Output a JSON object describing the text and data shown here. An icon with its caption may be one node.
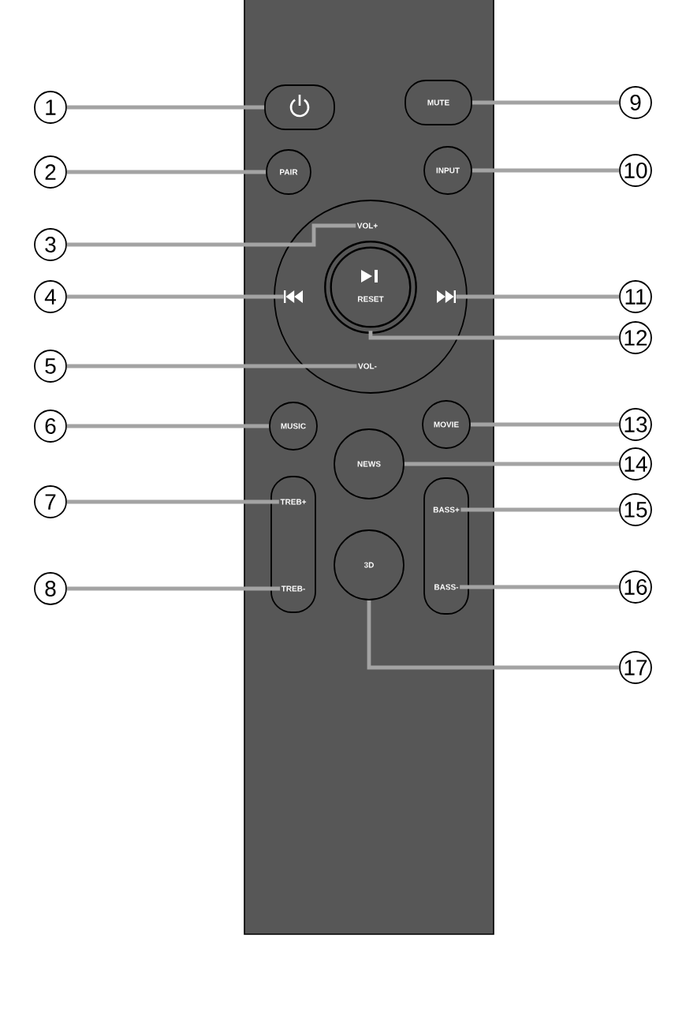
{
  "diagram": {
    "nodes": [
      {
        "text": [
          "1"
        ]
      },
      {
        "text": [
          "2"
        ]
      },
      {
        "text": [
          "3"
        ]
      },
      {
        "text": [
          "4"
        ]
      },
      {
        "text": [
          "5"
        ]
      },
      {
        "text": [
          "6"
        ]
      },
      {
        "text": [
          "7"
        ]
      },
      {
        "text": [
          "8"
        ]
      },
      {
        "text": [
          "9"
        ]
      },
      {
        "text": [
          "10"
        ]
      },
      {
        "text": [
          "11"
        ]
      },
      {
        "text": [
          "12"
        ]
      },
      {
        "text": [
          "13"
        ]
      },
      {
        "text": [
          "14"
        ]
      },
      {
        "text": [
          "15"
        ]
      },
      {
        "text": [
          "16"
        ]
      },
      {
        "text": [
          "17"
        ]
      },
      {
        "text": [],
        "shape": "button"
      },
      {
        "text": [
          "MUTE"
        ]
      },
      {
        "text": [
          "PAIR"
        ]
      },
      {
        "text": [
          "INPUT"
        ]
      },
      {
        "text": [],
        "shape": "circle"
      },
      {
        "text": [
          "VOL+"
        ],
        "in": 21
      },
      {
        "text": [],
        "shape": "icon",
        "in": 21
      },
      {
        "text": [
          "RESET"
        ],
        "in": 21
      },
      {
        "text": [],
        "shape": "icon",
        "in": 21
      },
      {
        "text": [
          "VOL-"
        ],
        "in": 21
      },
      {
        "text": [
          "MUSIC"
        ]
      },
      {
        "text": [
          "MOVIE"
        ]
      },
      {
        "text": [
          "NEWS"
        ]
      },
      {
        "text": [],
        "shape": "box"
      },
      {
        "text": [
          "TREB+"
        ],
        "in": 30
      },
      {
        "text": [
          "TREB-"
        ],
        "in": 30
      },
      {
        "text": [],
        "shape": "box"
      },
      {
        "text": [
          "BASS+"
        ],
        "in": 33
      },
      {
        "text": [
          "BASS-"
        ],
        "in": 33
      },
      {
        "text": [
          "3D"
        ]
      }
    ],
    "edges": [
      {
        "from": 0,
        "to": 17,
        "arrow": "none"
      },
      {
        "from": 1,
        "to": 19,
        "arrow": "none"
      },
      {
        "from": 2,
        "to": 22,
        "arrow": "none"
      },
      {
        "from": 3,
        "to": 23,
        "arrow": "none"
      },
      {
        "from": 4,
        "to": 26,
        "arrow": "none"
      },
      {
        "from": 5,
        "to": 27,
        "arrow": "none"
      },
      {
        "from": 6,
        "to": 31,
        "arrow": "none"
      },
      {
        "from": 7,
        "to": 32,
        "arrow": "none"
      },
      {
        "from": 8,
        "to": 18,
        "arrow": "none"
      },
      {
        "from": 9,
        "to": 20,
        "arrow": "none"
      },
      {
        "from": 10,
        "to": 25,
        "arrow": "none"
      },
      {
        "from": 11,
        "to": 24,
        "arrow": "none"
      },
      {
        "from": 12,
        "to": 28,
        "arrow": "none"
      },
      {
        "from": 13,
        "to": 29,
        "arrow": "none"
      },
      {
        "from": 14,
        "to": 34,
        "arrow": "none"
      },
      {
        "from": 15,
        "to": 35,
        "arrow": "none"
      },
      {
        "from": 16,
        "to": 36,
        "arrow": "none"
      }
    ]
  }
}
